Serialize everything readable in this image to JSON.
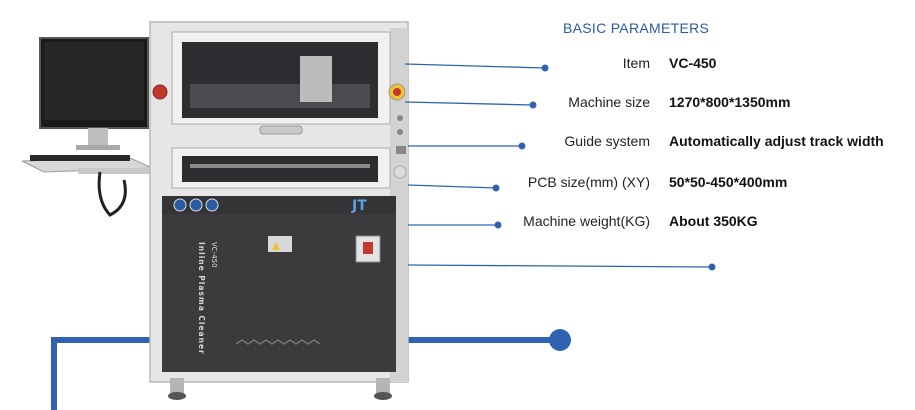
{
  "colors": {
    "accent": "#2a5aa6",
    "connector": "#2f63b0",
    "machine_body": "#e6e6e4",
    "machine_panel": "#3b3b3d"
  },
  "parameters": {
    "title": "BASIC PARAMETERS",
    "rows": [
      {
        "label": "Item",
        "value": "VC-450"
      },
      {
        "label": "Machine size",
        "value": "1270*800*1350mm"
      },
      {
        "label": "Guide system",
        "value": "Automatically adjust track width"
      },
      {
        "label": "PCB size(mm) (XY)",
        "value": "50*50-450*400mm"
      },
      {
        "label": "Machine weight(KG)",
        "value": "About 350KG"
      }
    ]
  },
  "machine": {
    "logo": "JT",
    "panel_label": "Inline Plasma Cleaner",
    "model_label": "VC-450",
    "icons": [
      "power-button-icon",
      "emergency-stop-icon",
      "status-light-icon"
    ]
  }
}
